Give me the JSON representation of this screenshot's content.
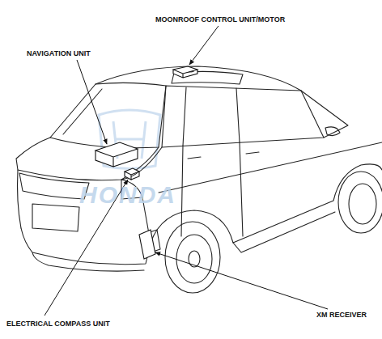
{
  "diagram": {
    "labels": [
      "MOONROOF CONTROL UNIT/MOTOR",
      "NAVIGATION UNIT",
      "ELECTRICAL COMPASS UNIT",
      "XM RECEIVER",
      "HONDA"
    ]
  }
}
